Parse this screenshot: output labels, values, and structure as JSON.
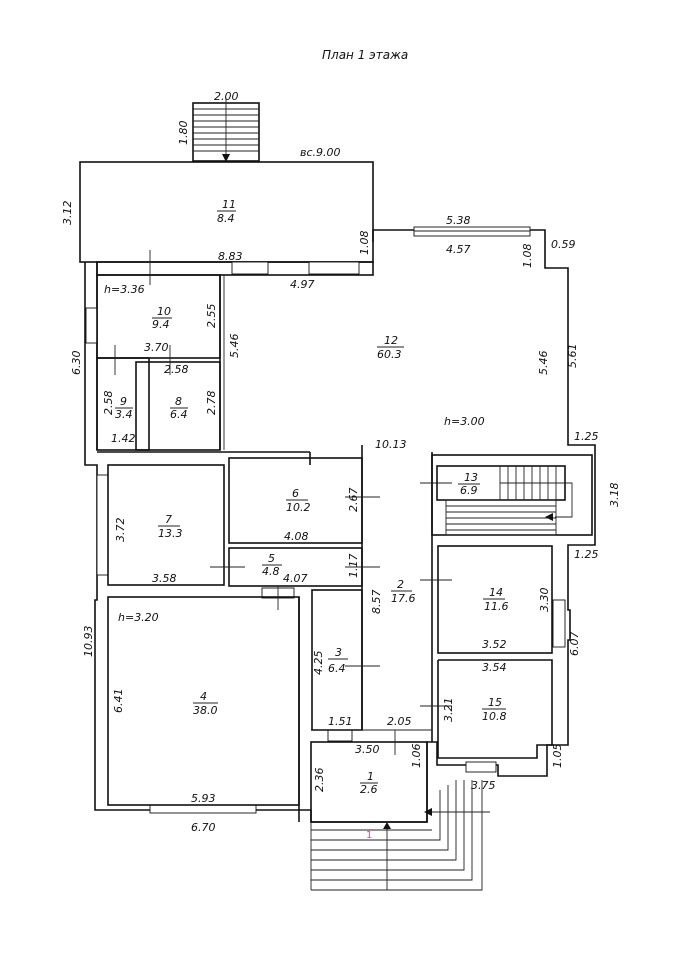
{
  "title": "План 1 этажа",
  "stair_top": {
    "w": "2.00",
    "h": "1.80"
  },
  "roof_mark": "вс.9.00",
  "rooms": [
    {
      "id": "r11",
      "num": "11",
      "area": "8.4"
    },
    {
      "id": "r12",
      "num": "12",
      "area": "60.3"
    },
    {
      "id": "r10",
      "num": "10",
      "area": "9.4"
    },
    {
      "id": "r9",
      "num": "9",
      "area": "3.4"
    },
    {
      "id": "r8",
      "num": "8",
      "area": "6.4"
    },
    {
      "id": "r7",
      "num": "7",
      "area": "13.3"
    },
    {
      "id": "r6",
      "num": "6",
      "area": "10.2"
    },
    {
      "id": "r5",
      "num": "5",
      "area": "4.8"
    },
    {
      "id": "r13",
      "num": "13",
      "area": "6.9"
    },
    {
      "id": "r2",
      "num": "2",
      "area": "17.6"
    },
    {
      "id": "r14",
      "num": "14",
      "area": "11.6"
    },
    {
      "id": "r3",
      "num": "3",
      "area": "6.4"
    },
    {
      "id": "r4",
      "num": "4",
      "area": "38.0"
    },
    {
      "id": "r15",
      "num": "15",
      "area": "10.8"
    },
    {
      "id": "r1",
      "num": "1",
      "area": "2.6"
    }
  ],
  "heights": {
    "h1": "h=3.36",
    "h2": "h=3.00",
    "h3": "h=3.20"
  },
  "dims": {
    "d312": "3.12",
    "d883": "8.83",
    "d108a": "1.08",
    "d538": "5.38",
    "d457": "4.57",
    "d059": "0.59",
    "d108b": "1.08",
    "d497": "4.97",
    "d255": "2.55",
    "d370": "3.70",
    "d546a": "5.46",
    "d546b": "5.46",
    "d561": "5.61",
    "d630": "6.30",
    "d258a": "2.58",
    "d258b": "2.58",
    "d278": "2.78",
    "d142": "1.42",
    "d1013": "10.13",
    "d125a": "1.25",
    "d318": "3.18",
    "d125b": "1.25",
    "d372": "3.72",
    "d358": "3.58",
    "d267": "2.67",
    "d408": "4.08",
    "d117": "1.17",
    "d407": "4.07",
    "d857": "8.57",
    "d330": "3.30",
    "d352": "3.52",
    "d607": "6.07",
    "d354": "3.54",
    "d1093": "10.93",
    "d641": "6.41",
    "d425": "4.25",
    "d321": "3.21",
    "d151": "1.51",
    "d205": "2.05",
    "d350": "3.50",
    "d106": "1.06",
    "d105": "1.05",
    "d375": "3.75",
    "d236": "2.36",
    "d593": "5.93",
    "d670": "6.70",
    "pink1": "1"
  }
}
